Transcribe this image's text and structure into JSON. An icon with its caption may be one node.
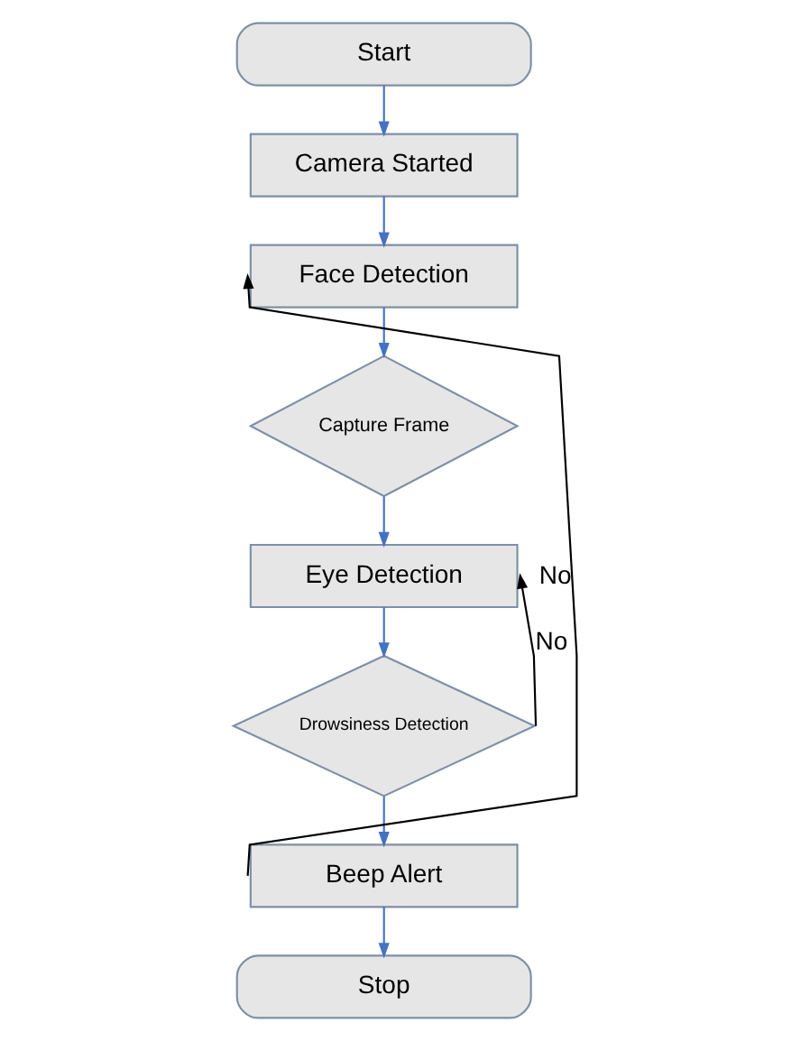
{
  "diagram": {
    "nodes": [
      {
        "text": [
          "Start"
        ]
      },
      {
        "text": [
          "Camera Started"
        ]
      },
      {
        "text": [
          "Face Detection"
        ]
      },
      {
        "text": [
          "Capture Frame"
        ]
      },
      {
        "text": [
          "Eye Detection"
        ]
      },
      {
        "text": [
          "Drowsiness Detection"
        ]
      },
      {
        "text": [
          "Beep Alert"
        ]
      },
      {
        "text": [
          "Stop"
        ]
      }
    ],
    "edges": [
      {
        "from": 0,
        "to": 1,
        "arrow": "to"
      },
      {
        "from": 1,
        "to": 2,
        "arrow": "to"
      },
      {
        "from": 2,
        "to": 3,
        "arrow": "to"
      },
      {
        "from": 3,
        "to": 4,
        "arrow": "to"
      },
      {
        "from": 4,
        "to": 5,
        "arrow": "to"
      },
      {
        "from": 5,
        "to": 6,
        "arrow": "to"
      },
      {
        "from": 6,
        "to": 7,
        "arrow": "to"
      },
      {
        "from": 6,
        "to": 2,
        "arrow": "to",
        "label": "No",
        "color": "#000000"
      },
      {
        "from": 5,
        "to": 4,
        "arrow": "to",
        "label": "No",
        "color": "#000000"
      }
    ]
  }
}
